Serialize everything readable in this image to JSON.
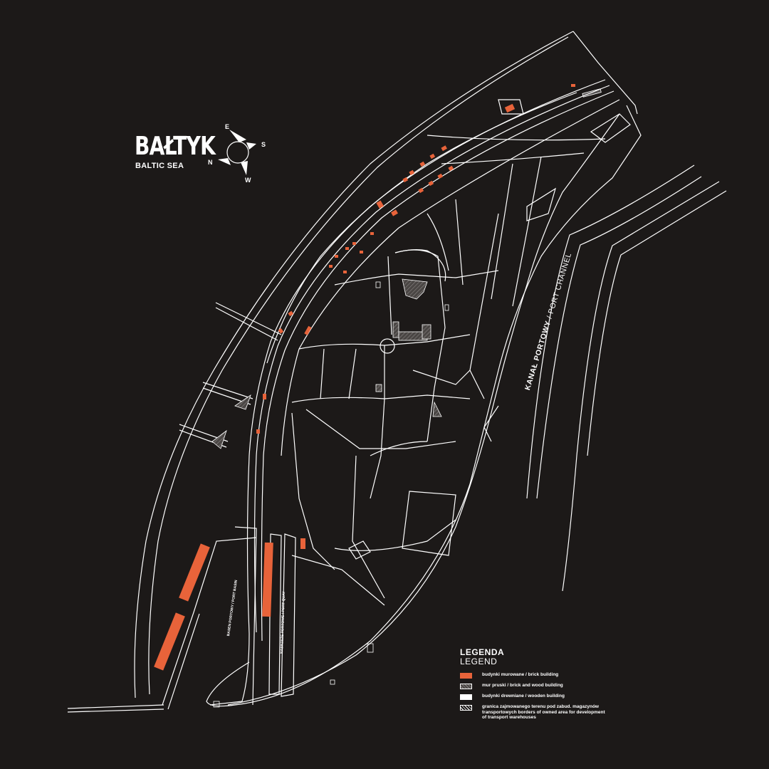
{
  "title": "BAŁTYK",
  "subtitle": "BALTIC SEA",
  "compass": {
    "e": "E",
    "s": "S",
    "n": "N",
    "w": "W"
  },
  "channel_label": {
    "pl": "KANAŁ PORTOWY",
    "sep": " / ",
    "en": "PORT CHANNEL"
  },
  "basin_label": "BASEN PORTOWY / PORT BASIN",
  "quay_label": "NABRZEŻE PORTOWE / PORT QUAY",
  "legend": {
    "title": "LEGENDA",
    "subtitle": "LEGEND",
    "items": [
      {
        "label": "budynki murowane  / brick building",
        "swatch": "brick"
      },
      {
        "label": "mur pruski / brick and wood building",
        "swatch": "hatched"
      },
      {
        "label": "budynki drewniane / wooden building",
        "swatch": "wood"
      },
      {
        "label": "granica zajmowanego terenu pod zabud. magazynów transportowych borders of owned area for development of transport warehouses",
        "swatch": "border"
      }
    ]
  },
  "colors": {
    "background": "#1c1918",
    "line": "#ffffff",
    "brick": "#e8633a",
    "hatch": "#5a5553"
  }
}
